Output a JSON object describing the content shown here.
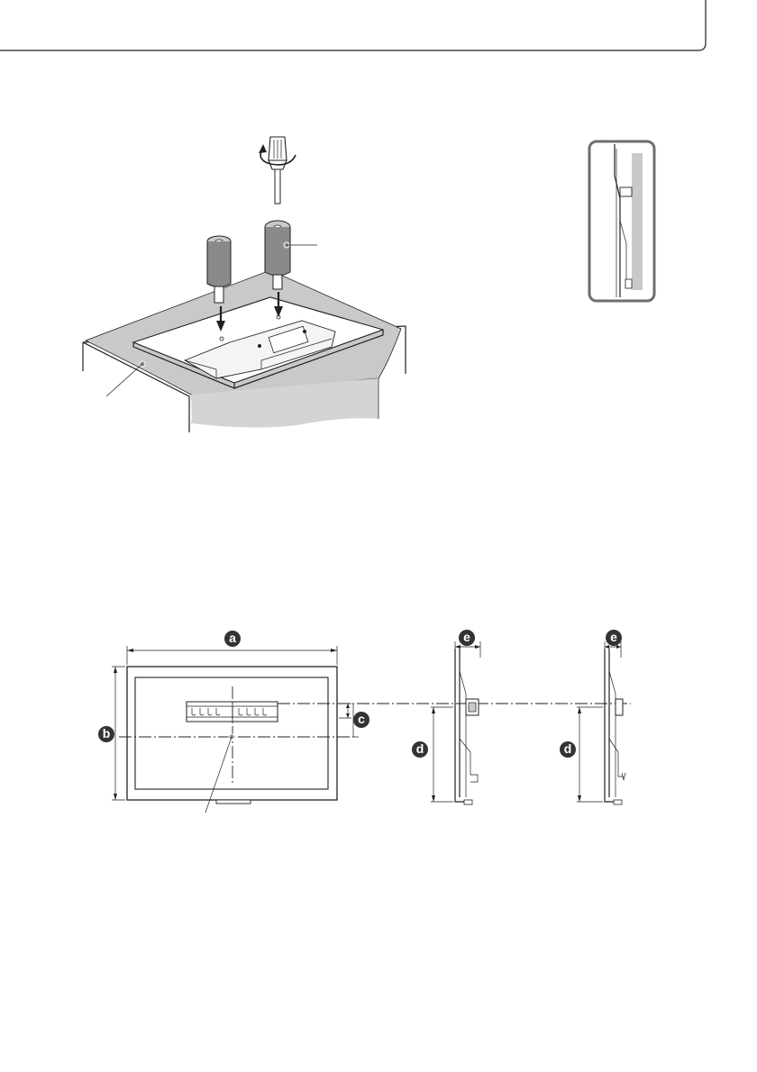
{
  "dimension_labels": {
    "a": "a",
    "b": "b",
    "c": "c",
    "d_1": "d",
    "d_2": "d",
    "e_1": "e",
    "e_2": "e"
  },
  "colors": {
    "line": "#231f20",
    "cloth": "#c9c9cb",
    "callout_fill": "#333333",
    "post_fill": "#8a8a8d"
  }
}
